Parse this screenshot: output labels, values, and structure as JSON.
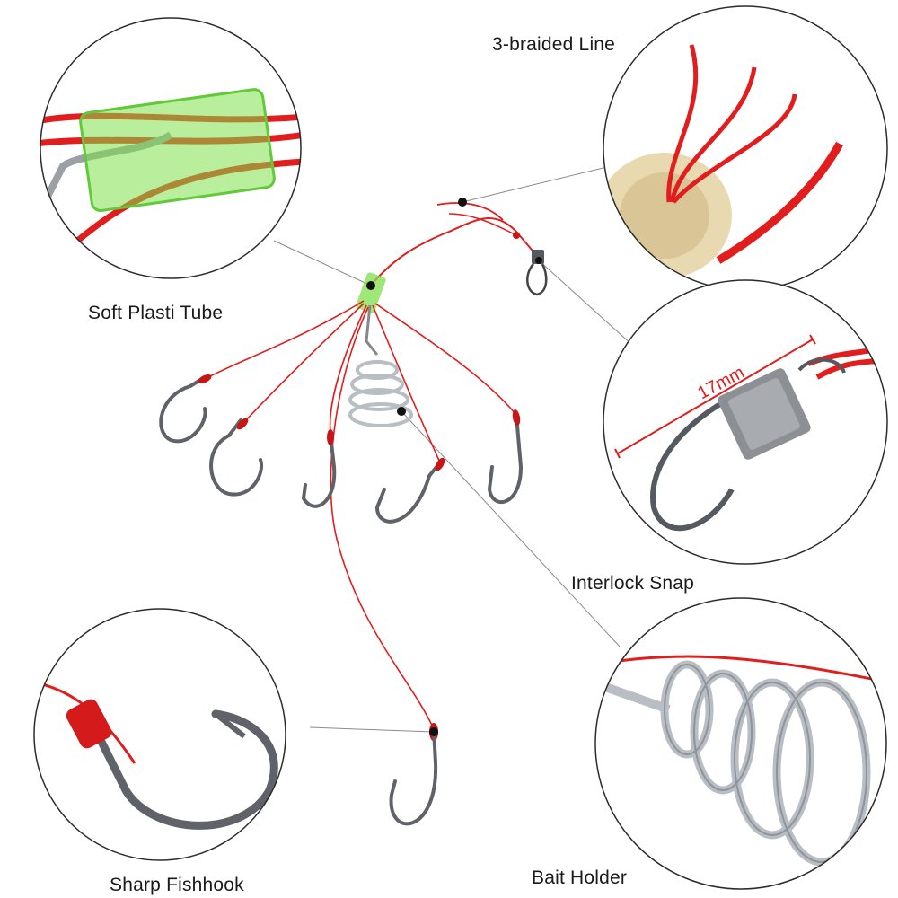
{
  "labels": {
    "soft_tube": "Soft Plasti Tube",
    "braided_line": "3-braided Line",
    "interlock_snap": "Interlock Snap",
    "sharp_fishhook": "Sharp Fishhook",
    "bait_holder": "Bait Holder",
    "snap_measure": "17mm"
  },
  "colors": {
    "line_red": "#e21d1d",
    "steel": "#6f7278",
    "tube_green": "#7fe04a",
    "spring_silver": "#b9bec4",
    "leader_gray": "#8a8a8a",
    "circle_border": "#2b2b2b"
  }
}
